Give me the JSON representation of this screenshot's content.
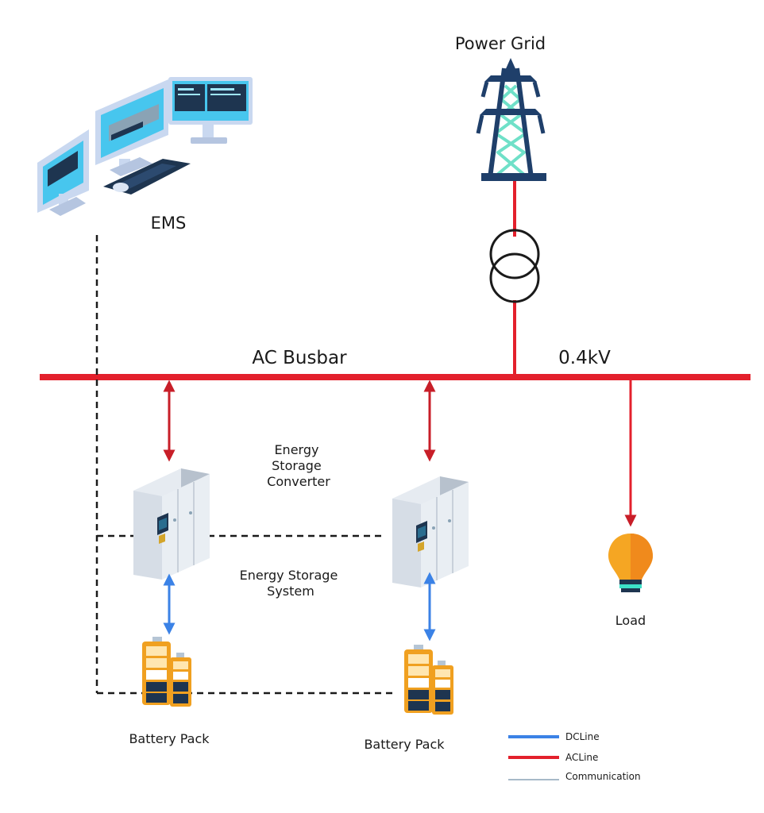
{
  "labels": {
    "power_grid": "Power Grid",
    "ems": "EMS",
    "ac_busbar": "AC Busbar",
    "voltage": "0.4kV",
    "converter_lines": [
      "Energy",
      "Storage",
      "Converter"
    ],
    "system_lines": [
      "Energy Storage",
      "System"
    ],
    "load": "Load",
    "battery_pack_1": "Battery Pack",
    "battery_pack_2": "Battery Pack"
  },
  "legend": [
    {
      "label": "DCLine",
      "color": "#3b82e6"
    },
    {
      "label": "ACLine",
      "color": "#e3202c"
    },
    {
      "label": "Communication",
      "color": "#8aa3b5"
    }
  ],
  "colors": {
    "ac_line": "#e3202c",
    "ac_arrow": "#c81e28",
    "dc_line": "#3b82e6",
    "comm_line": "#1a1a1a",
    "tower": "#1f3f6a",
    "tower_bracing": "#6fe0c8",
    "monitor_screen": "#47c6ee",
    "monitor_frame": "#c9d8f0",
    "cabinet": "#e6ebf1",
    "battery_orange": "#f0a020",
    "battery_dark": "#1e3550",
    "bulb_orange": "#f5a623",
    "bulb_base": "#3de0c8"
  },
  "icons": [
    "computer-workstation-icon",
    "transmission-tower-icon",
    "transformer-icon",
    "converter-cabinet-icon",
    "battery-pack-icon",
    "light-bulb-icon"
  ]
}
